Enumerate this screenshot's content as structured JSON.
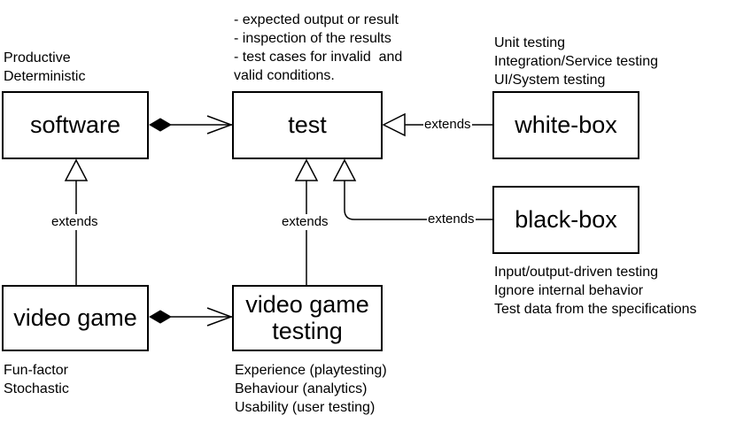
{
  "boxes": {
    "software": "software",
    "test": "test",
    "white_box": "white-box",
    "black_box": "black-box",
    "video_game": "video game",
    "video_game_testing": [
      "video game",
      "testing"
    ]
  },
  "notes": {
    "test_notes": [
      "- expected output or result",
      "- inspection of the results",
      "- test cases for invalid  and",
      "valid conditions."
    ],
    "software_notes": [
      "Productive",
      "Deterministic"
    ],
    "white_box_notes": [
      "Unit testing",
      "Integration/Service testing",
      "UI/System testing"
    ],
    "black_box_notes": [
      "Input/output-driven testing",
      "Ignore internal behavior",
      "Test data from the specifications"
    ],
    "video_game_notes": [
      "Fun-factor",
      "Stochastic"
    ],
    "video_game_testing_notes": [
      "Experience (playtesting)",
      "Behaviour (analytics)",
      "Usability (user testing)"
    ]
  },
  "edge_labels": {
    "software_extends": "extends",
    "test_extends": "extends",
    "white_box_extends": "extends",
    "black_box_extends": "extends"
  }
}
